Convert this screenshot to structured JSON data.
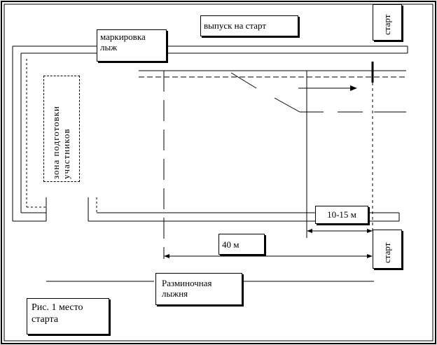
{
  "labels": {
    "ski_marking": "маркировка\nлыж",
    "release_to_start": "выпуск на старт",
    "start_top": "старт",
    "start_bottom": "старт",
    "participants_zone": "зона подготовки\nучастников",
    "dist_10_15": "10-15 м",
    "dist_40": "40 м",
    "warmup_track": "Разминочная\nлыжня",
    "caption": "Рис. 1 место\nстарта"
  },
  "colors": {
    "line": "#000000",
    "background": "#ffffff"
  }
}
